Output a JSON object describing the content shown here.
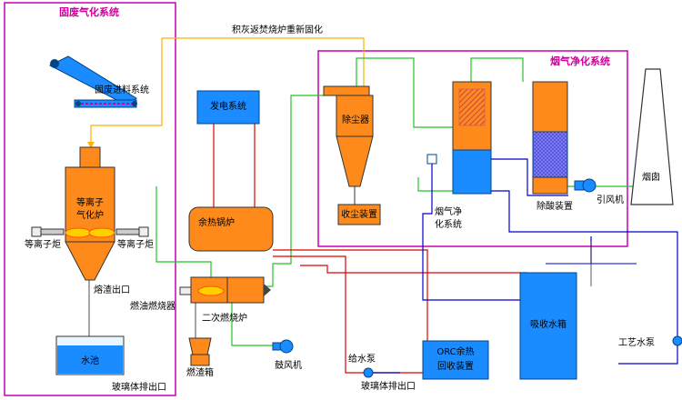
{
  "systems": {
    "solid_waste_gasification": "固废气化系统",
    "flue_gas_purification": "烟气净化系统"
  },
  "labels": {
    "ash_return": "积灰返焚烧炉重新固化",
    "solid_feed": "固废进料系统",
    "power_gen": "发电系统",
    "dust_collector": "除尘器",
    "dust_collecting_device": "收尘装置",
    "plasma_gasifier_line1": "等离子",
    "plasma_gasifier_line2": "气化炉",
    "plasma_torch_left": "等离子炬",
    "plasma_torch_right": "等离子炬",
    "waste_heat_boiler": "余热锅炉",
    "slag_outlet": "熔渣出口",
    "oil_burner": "燃油燃烧器",
    "secondary_combustor": "二次燃烧炉",
    "water_pool": "水池",
    "slag_box": "燃渣箱",
    "blower": "鼓风机",
    "glass_outlet_left": "玻璃体排出口",
    "glass_outlet_mid": "玻璃体排出口",
    "feed_pump": "给水泵",
    "orc_line1": "ORC余热",
    "orc_line2": "回收装置",
    "flue_purify_line1": "烟气净",
    "flue_purify_line2": "化系统",
    "deacid": "除酸装置",
    "induced_fan": "引风机",
    "chimney": "烟囱",
    "absorb_tank": "吸收水箱",
    "process_pump": "工艺水泵"
  },
  "colors": {
    "equipment": "#ff8a1c",
    "water": "#1a8cff",
    "green_line": "#22c422",
    "red_line": "#e00000",
    "blue_line": "#0000cc",
    "ash_line": "#ffb000",
    "frame": "#c800b4"
  }
}
